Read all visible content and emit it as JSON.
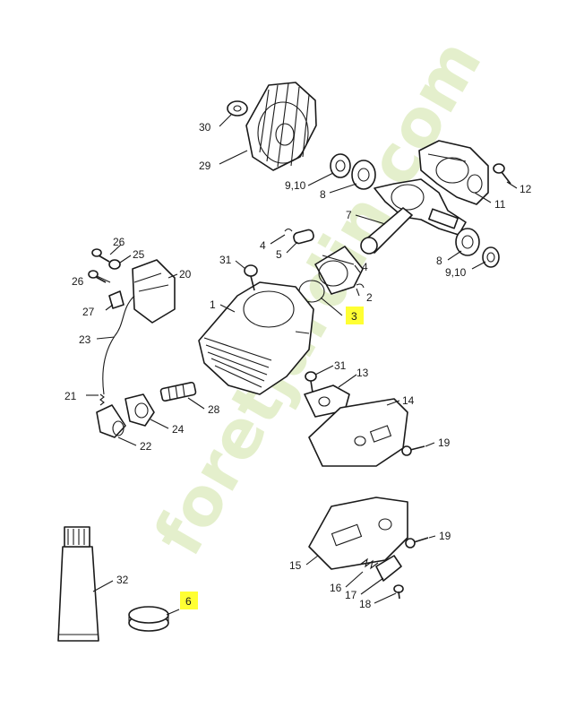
{
  "watermark": "foretjardin.com",
  "colors": {
    "highlight": "#ffff33",
    "line": "#1a1a1a",
    "watermark": "#cfe3a3"
  },
  "callouts": {
    "c1": "1",
    "c2": "2",
    "c3": "3",
    "c4a": "4",
    "c4b": "4",
    "c5": "5",
    "c6": "6",
    "c7": "7",
    "c8a": "8",
    "c8b": "8",
    "c910a": "9,10",
    "c910b": "9,10",
    "c11": "11",
    "c12": "12",
    "c13": "13",
    "c14": "14",
    "c15": "15",
    "c16": "16",
    "c17": "17",
    "c18": "18",
    "c19a": "19",
    "c19b": "19",
    "c20": "20",
    "c21": "21",
    "c22": "22",
    "c23": "23",
    "c24": "24",
    "c25": "25",
    "c26a": "26",
    "c26b": "26",
    "c27": "27",
    "c28": "28",
    "c29": "29",
    "c30": "30",
    "c31a": "31",
    "c31b": "31",
    "c32": "32"
  }
}
